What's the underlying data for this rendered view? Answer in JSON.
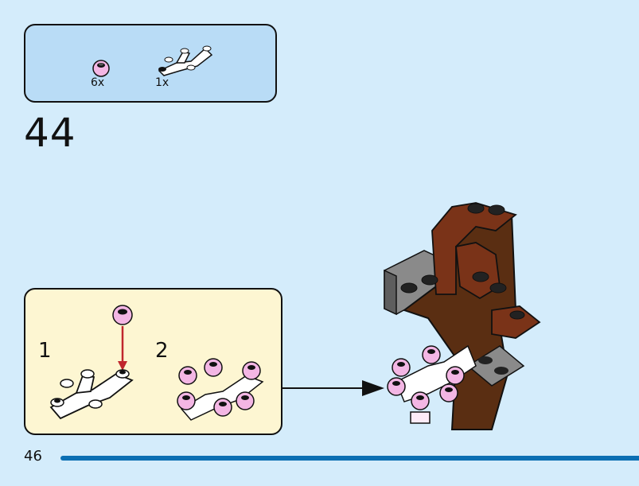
{
  "parts_list": {
    "items": [
      {
        "name": "pink-flower-plate-round",
        "quantity": "6x",
        "color": "#f3b6e4"
      },
      {
        "name": "white-branch-plate",
        "quantity": "1x",
        "color": "#ffffff"
      }
    ]
  },
  "step": {
    "number": "44"
  },
  "substeps": [
    {
      "number": "1"
    },
    {
      "number": "2"
    }
  ],
  "page": {
    "number": "46"
  },
  "colors": {
    "background": "#d4ecfb",
    "parts_box": "#b9dcf6",
    "substep_box": "#fdf6d2",
    "arrow_red": "#c0262e",
    "flower_pink": "#f3b6e4",
    "trunk_brown": "#5a2e12",
    "foliage_reddish": "#7a3318",
    "grey_plate": "#7a7a7a",
    "page_bar": "#0b6fb3"
  }
}
